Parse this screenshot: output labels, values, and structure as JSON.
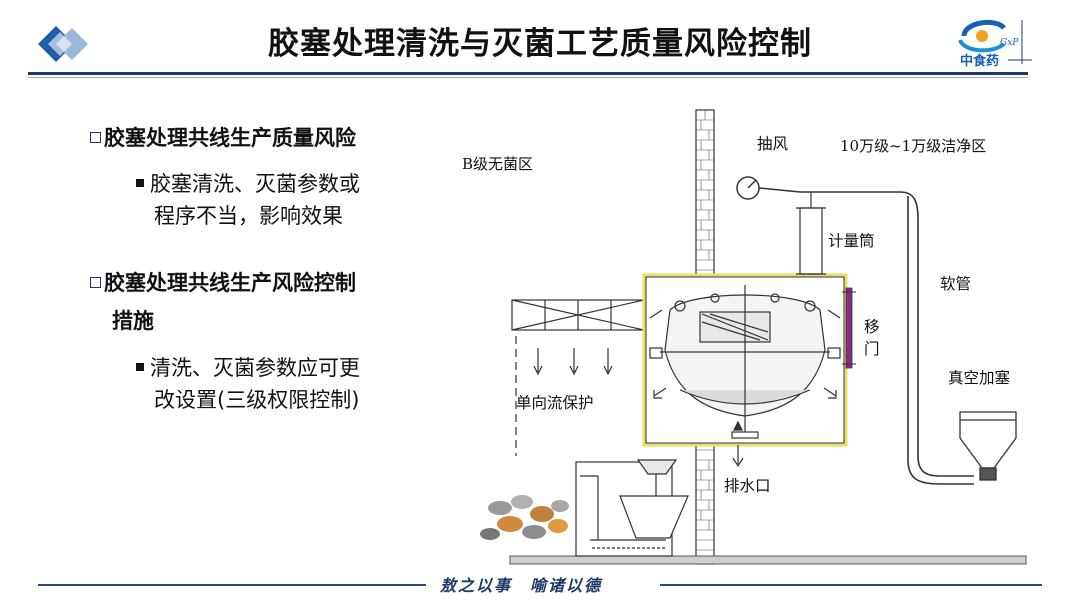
{
  "title": "胶塞处理清洗与灭菌工艺质量风险控制",
  "logo": {
    "text": "中食药",
    "mark": "GxP"
  },
  "content": {
    "section1_heading": "胶塞处理共线生产质量风险",
    "section1_item_line1": "胶塞清洗、灭菌参数或",
    "section1_item_line2": "程序不当，影响效果",
    "section2_heading_line1": "胶塞处理共线生产风险控制",
    "section2_heading_line2": "措施",
    "section2_item_line1": "清洗、灭菌参数应可更",
    "section2_item_line2": "改设置(三级权限控制)"
  },
  "diagram": {
    "label_b_zone": "B级无菌区",
    "label_exhaust": "抽风",
    "label_clean_zone": "10万级~1万级洁净区",
    "label_metering_tube": "计量筒",
    "label_hose": "软管",
    "label_sliding_door": "移\n门",
    "label_vacuum_loading": "真空加塞",
    "label_unidirectional_flow": "单向流保护",
    "label_drain": "排水口"
  },
  "footer": {
    "motto": "敖之以事　喻诸以德"
  },
  "colors": {
    "accent": "#1f3a66",
    "door": "#8a2b8a",
    "chamber_border": "#e6e066"
  }
}
